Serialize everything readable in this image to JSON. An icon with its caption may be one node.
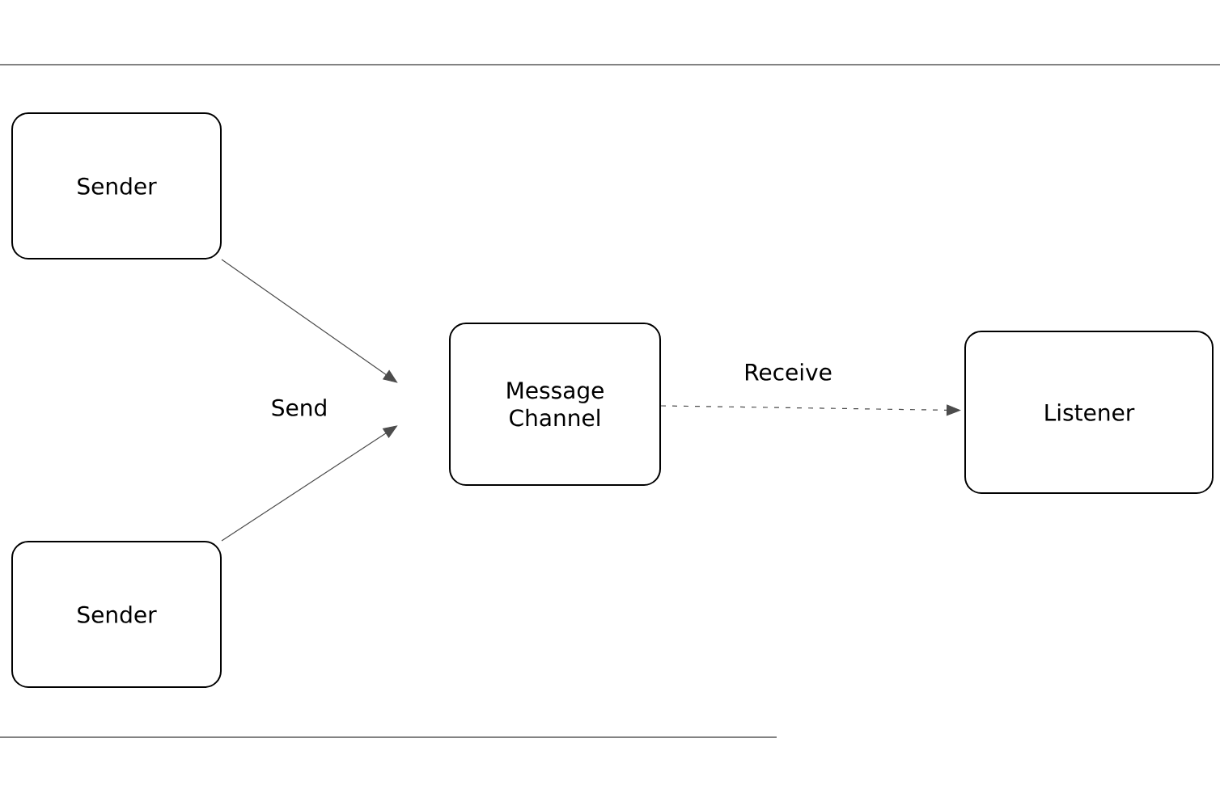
{
  "diagram": {
    "nodes": [
      {
        "text": [
          "Sender"
        ]
      },
      {
        "text": [
          "Sender"
        ]
      },
      {
        "text": [
          "Message Channel"
        ]
      },
      {
        "text": [
          "Listener"
        ]
      }
    ],
    "edges": [
      {
        "from": 0,
        "to": 2,
        "arrow": "to",
        "label": "Send"
      },
      {
        "from": 1,
        "to": 2,
        "arrow": "to"
      },
      {
        "from": 2,
        "to": 3,
        "arrow": "to",
        "label": "Receive",
        "style": "dashed"
      }
    ]
  }
}
